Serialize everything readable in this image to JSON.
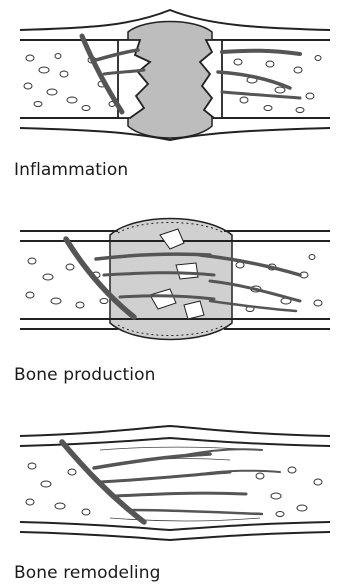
{
  "stages": [
    {
      "id": "inflammation",
      "label": "Inflammation"
    },
    {
      "id": "bone-production",
      "label": "Bone production"
    },
    {
      "id": "bone-remodeling",
      "label": "Bone remodeling"
    }
  ],
  "colors": {
    "outline": "#222222",
    "hematoma": "#bdbdbd",
    "callus": "#d0d0d0",
    "vessel": "#555555",
    "background": "#ffffff"
  }
}
